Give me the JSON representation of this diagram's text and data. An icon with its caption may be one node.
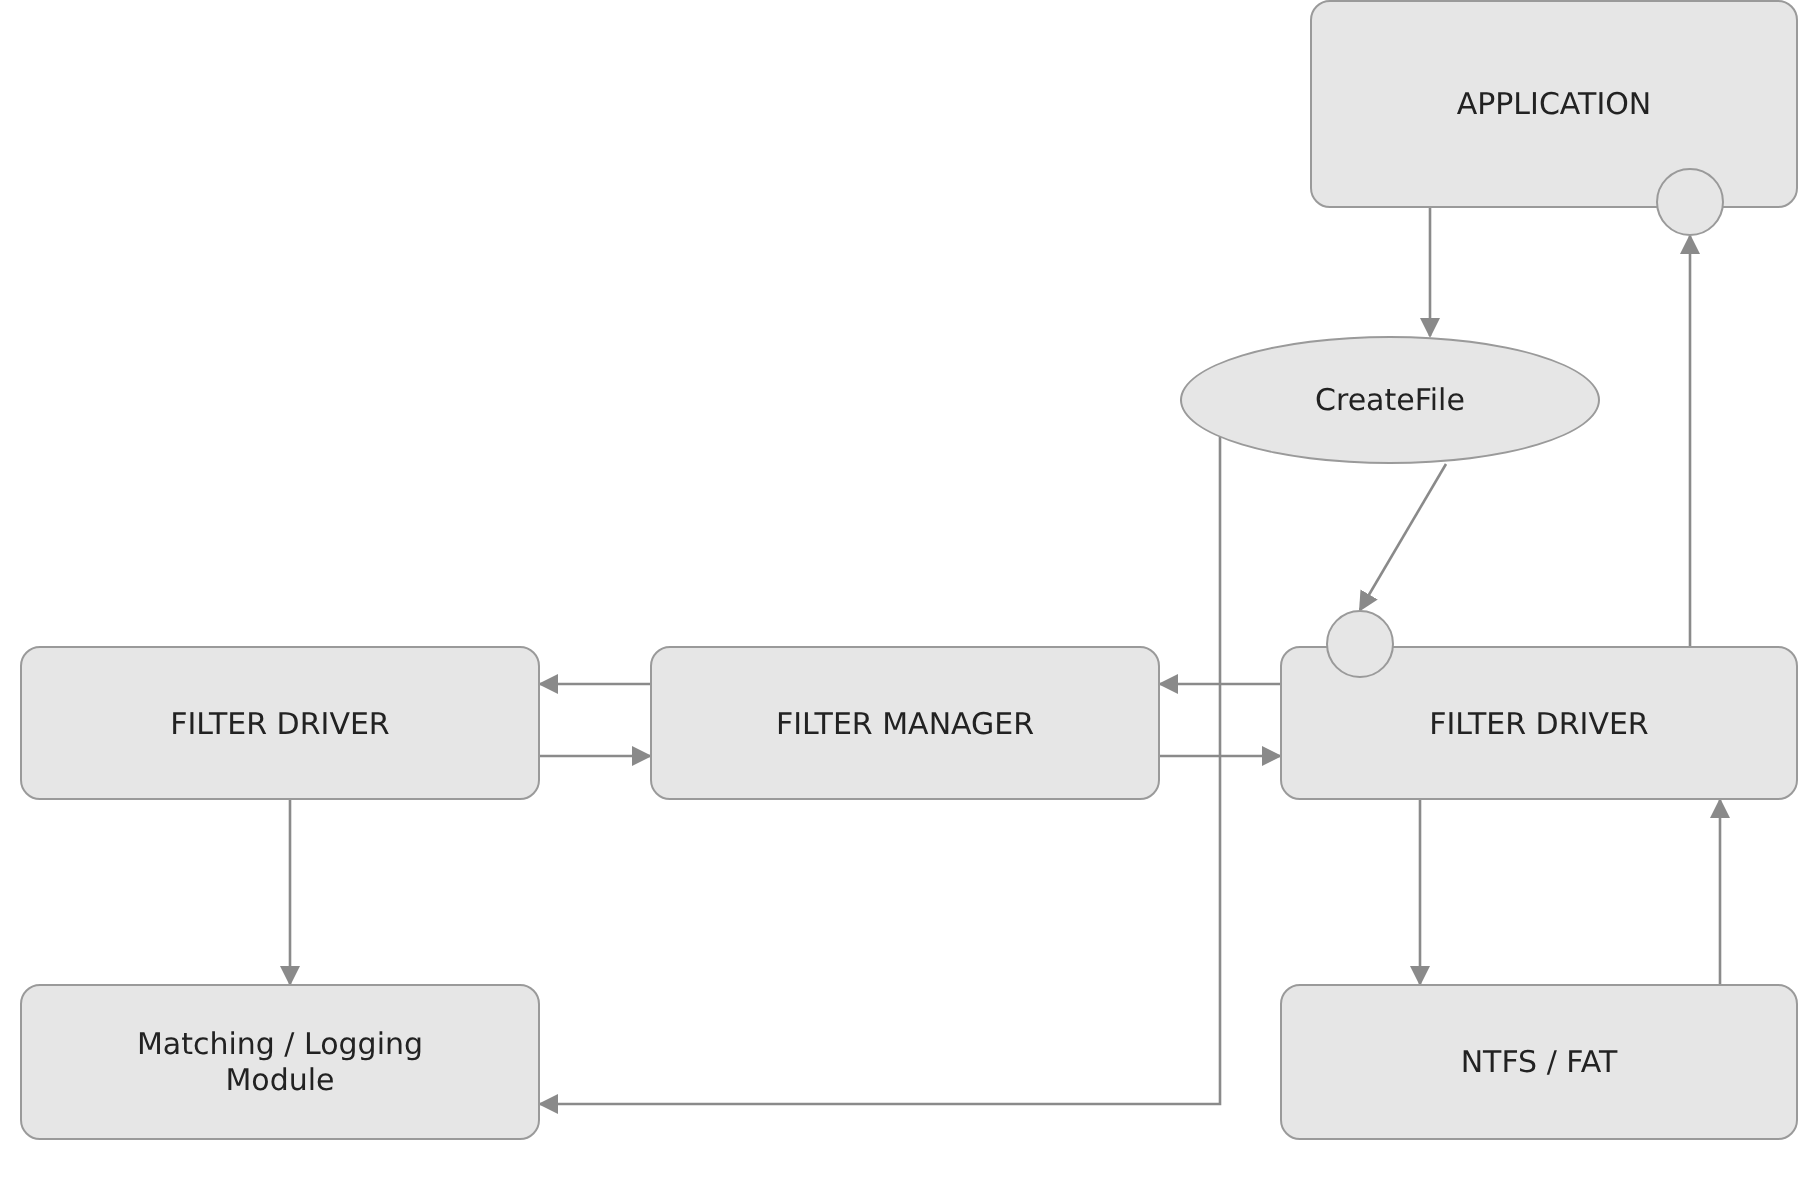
{
  "diagram": {
    "nodes": [
      {
        "text": [
          "APPLICATION"
        ]
      },
      {
        "text": [],
        "shape": "circle"
      },
      {
        "text": [
          "CreateFile"
        ]
      },
      {
        "text": [],
        "shape": "circle"
      },
      {
        "text": [
          "FILTER DRIVER"
        ]
      },
      {
        "text": [
          "FILTER MANAGER"
        ]
      },
      {
        "text": [
          "FILTER DRIVER"
        ]
      },
      {
        "text": [
          "Matching / Logging Module"
        ]
      },
      {
        "text": [
          "NTFS / FAT"
        ]
      }
    ],
    "edges": [
      {
        "from": 0,
        "to": 2,
        "arrow": "to"
      },
      {
        "from": 2,
        "to": 3,
        "arrow": "to"
      },
      {
        "from": 2,
        "to": 7,
        "arrow": "to"
      },
      {
        "from": 5,
        "to": 4,
        "arrow": "to"
      },
      {
        "from": 4,
        "to": 5,
        "arrow": "to"
      },
      {
        "from": 6,
        "to": 5,
        "arrow": "to"
      },
      {
        "from": 5,
        "to": 6,
        "arrow": "to"
      },
      {
        "from": 4,
        "to": 7,
        "arrow": "to"
      },
      {
        "from": 6,
        "to": 8,
        "arrow": "to"
      },
      {
        "from": 8,
        "to": 6,
        "arrow": "to"
      },
      {
        "from": 6,
        "to": 1,
        "arrow": "to"
      }
    ]
  }
}
